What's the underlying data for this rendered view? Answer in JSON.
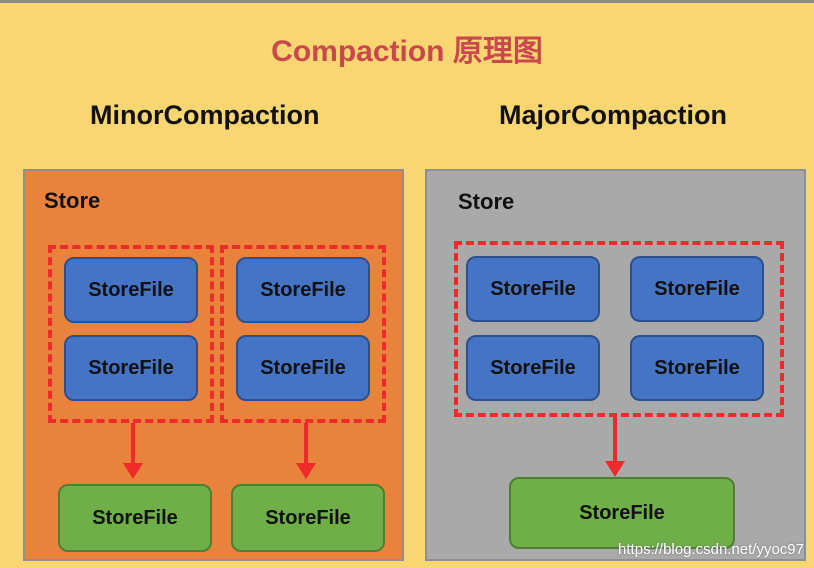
{
  "title": "Compaction 原理图",
  "minor": {
    "heading": "MinorCompaction",
    "store_label": "Store",
    "files": [
      "StoreFile",
      "StoreFile",
      "StoreFile",
      "StoreFile"
    ],
    "outputs": [
      "StoreFile",
      "StoreFile"
    ]
  },
  "major": {
    "heading": "MajorCompaction",
    "store_label": "Store",
    "files": [
      "StoreFile",
      "StoreFile",
      "StoreFile",
      "StoreFile"
    ],
    "output": "StoreFile"
  },
  "watermark": "https://blog.csdn.net/yyoc97",
  "colors": {
    "background": "#f9d671",
    "title": "#c8484b",
    "minor_store": "#e9823a",
    "major_store": "#a9a9a9",
    "storefile_input": "#4574c4",
    "storefile_output": "#6faf47",
    "dashed_group": "#ef2a2a",
    "arrow": "#ef2a2a"
  }
}
